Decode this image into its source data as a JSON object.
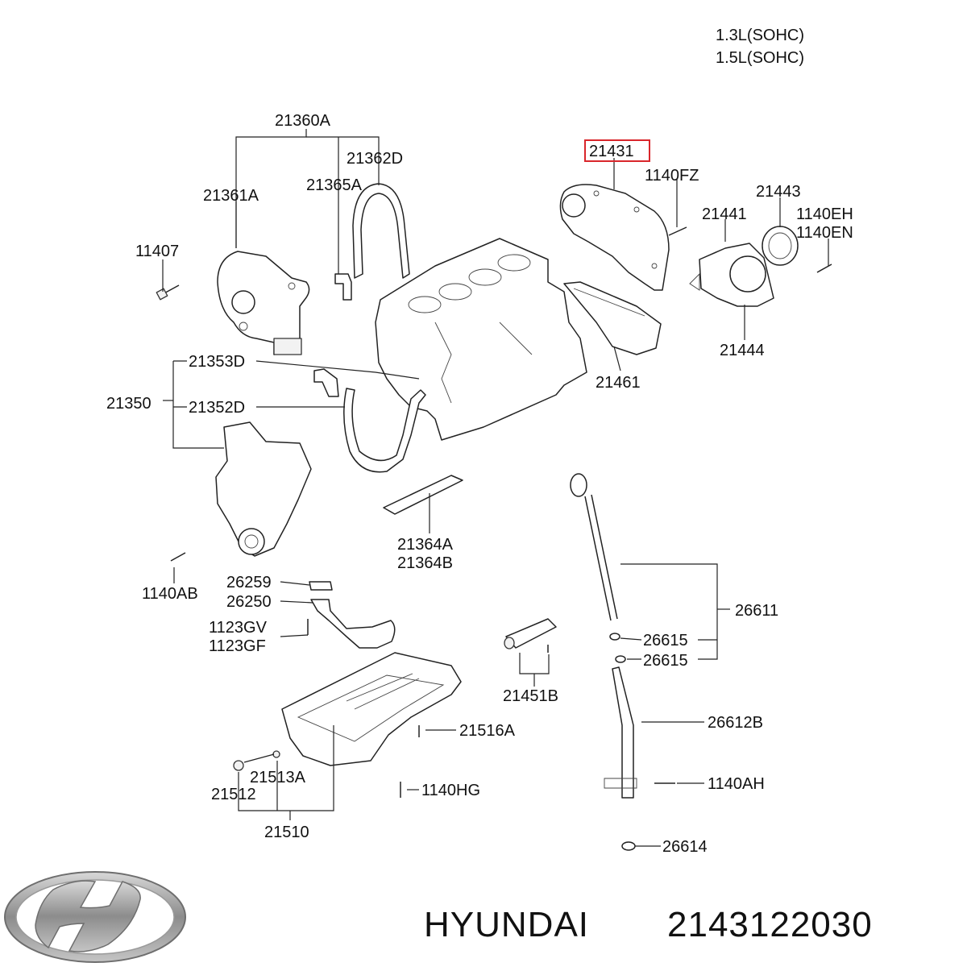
{
  "header": {
    "engine_line_1": "1.3L(SOHC)",
    "engine_line_2": "1.5L(SOHC)"
  },
  "labels": {
    "p21360A": "21360A",
    "p21362D": "21362D",
    "p21365A": "21365A",
    "p21361A": "21361A",
    "p11407": "11407",
    "p21431": "21431",
    "p1140FZ": "1140FZ",
    "p21443": "21443",
    "p21441": "21441",
    "p1140EH": "1140EH",
    "p1140EN": "1140EN",
    "p21444": "21444",
    "p21461": "21461",
    "p21353D": "21353D",
    "p21350": "21350",
    "p21352D": "21352D",
    "p21364A": "21364A",
    "p21364B": "21364B",
    "p1140AB": "1140AB",
    "p26259": "26259",
    "p26250": "26250",
    "p1123GV": "1123GV",
    "p1123GF": "1123GF",
    "p26611": "26611",
    "p26615a": "26615",
    "p26615b": "26615",
    "p21451B": "21451B",
    "p21516A": "21516A",
    "p26612B": "26612B",
    "p21513A": "21513A",
    "p21512": "21512",
    "p1140HG": "1140HG",
    "p1140AH": "1140AH",
    "p21510": "21510",
    "p26614": "26614"
  },
  "highlight": {
    "part": "21431",
    "color": "#d9262b"
  },
  "footer": {
    "brand": "HYUNDAI",
    "part_number": "2143122030"
  },
  "logo": {
    "name": "hyundai-logo",
    "color": "#9a9a9a"
  }
}
